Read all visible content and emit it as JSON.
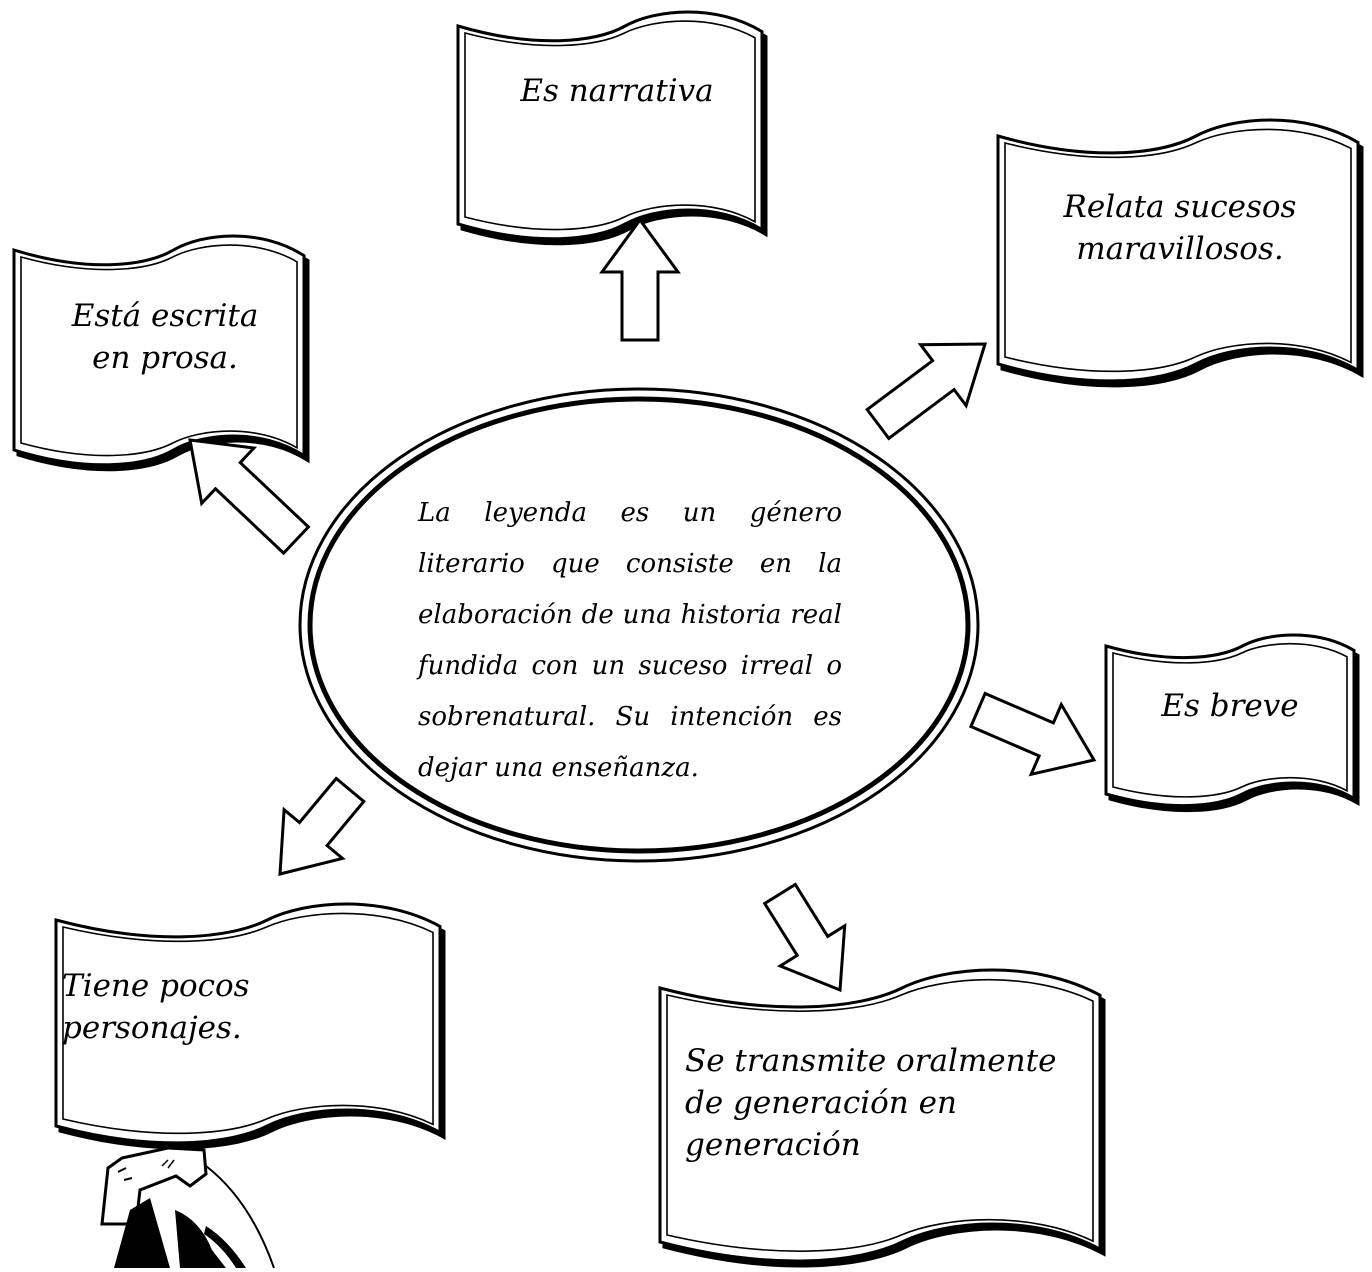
{
  "diagram": {
    "center_text": "La leyenda es un género literario que consiste en la elaboración de una historia real fundida con un suceso irreal o sobrenatural. Su intención es dejar una enseñanza.",
    "features": [
      {
        "id": "narrativa",
        "text": "Es narrativa"
      },
      {
        "id": "sucesos",
        "text": "Relata sucesos maravillosos."
      },
      {
        "id": "prosa",
        "text": "Está escrita en prosa."
      },
      {
        "id": "breve",
        "text": "Es breve"
      },
      {
        "id": "personajes",
        "text": "Tiene pocos personajes."
      },
      {
        "id": "oral",
        "text": "Se transmite oralmente de generación en generación"
      }
    ]
  }
}
